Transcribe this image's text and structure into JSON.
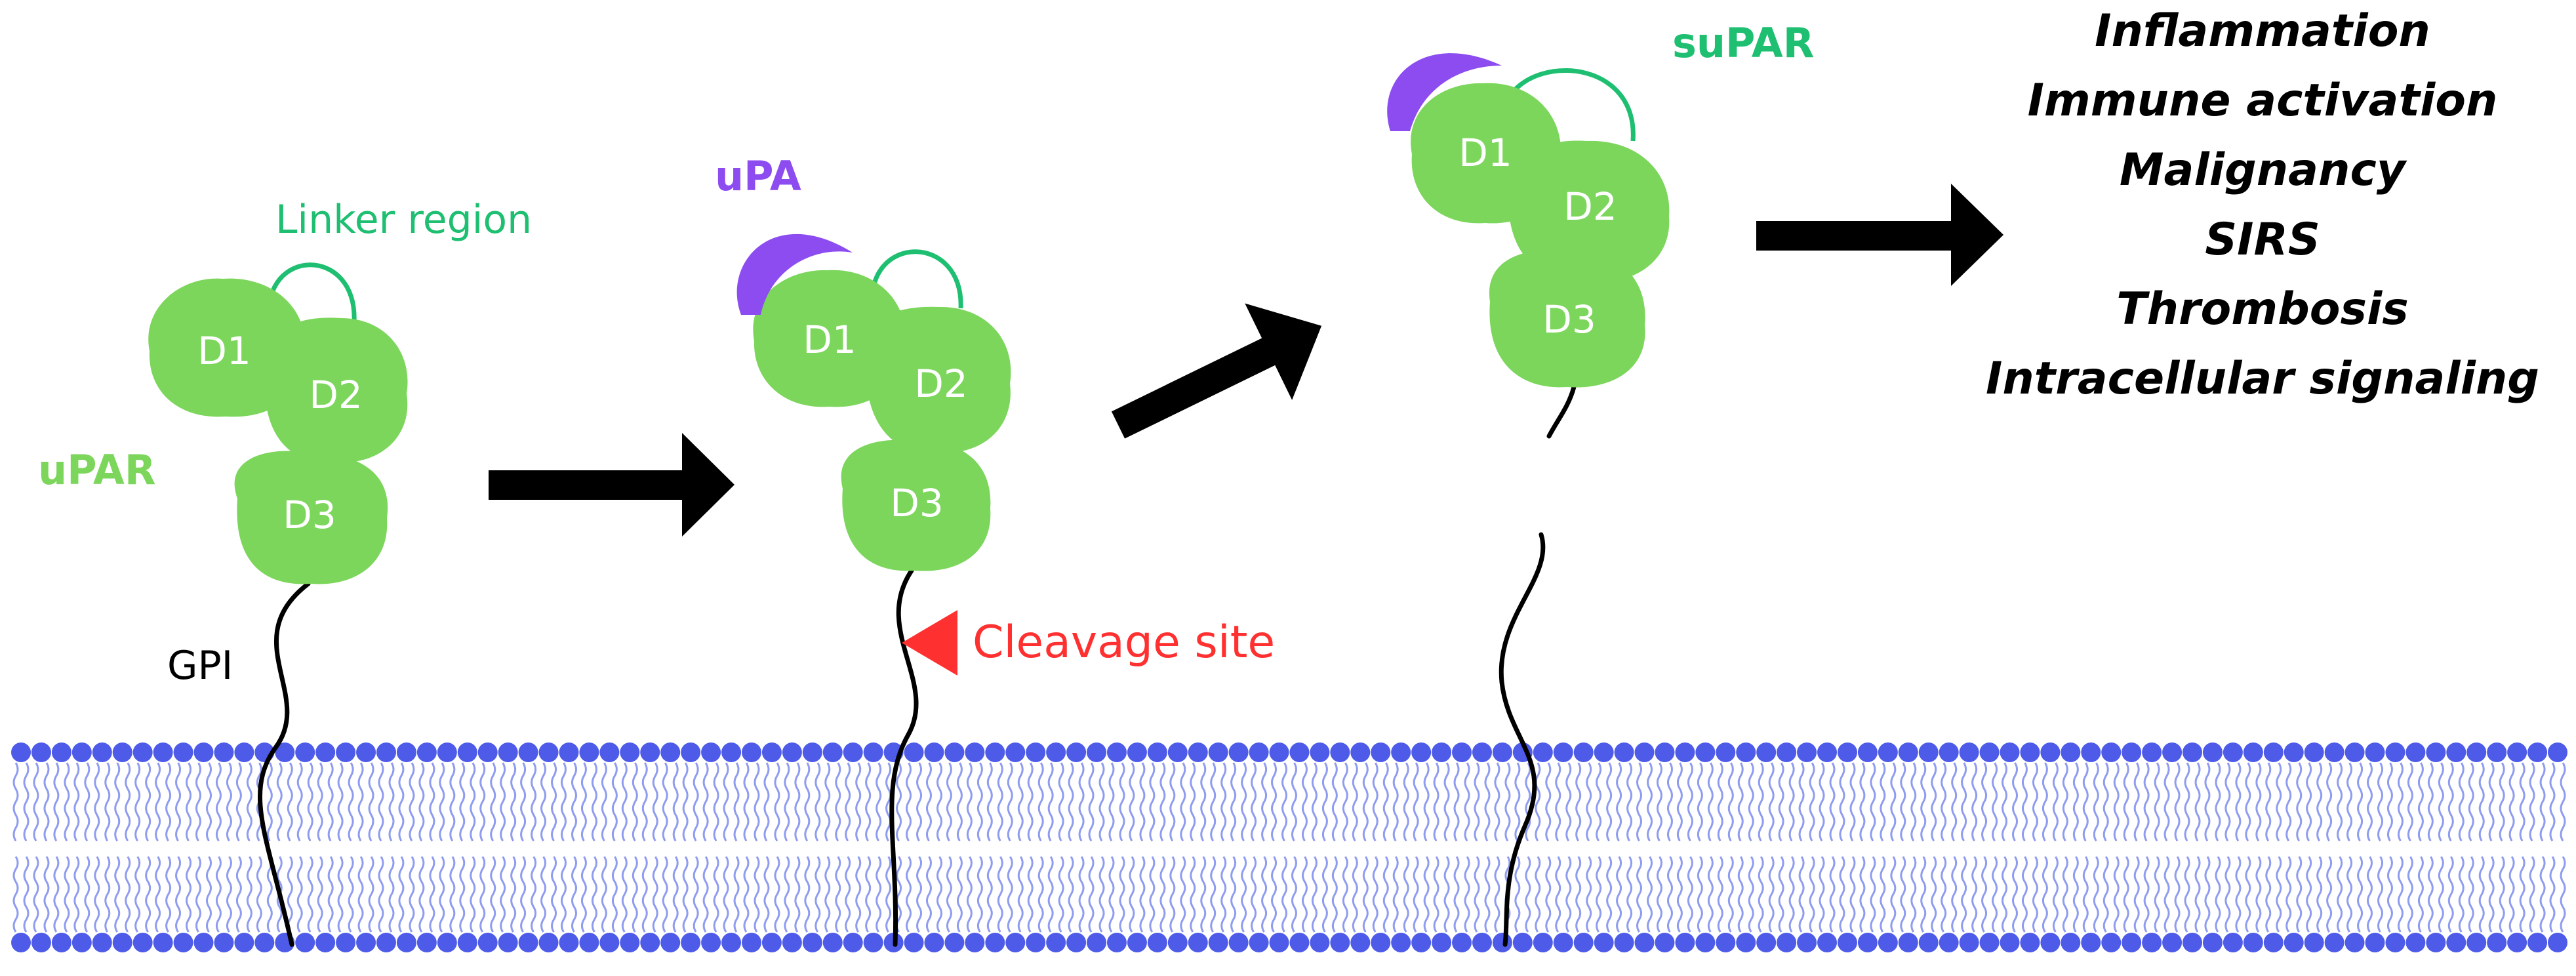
{
  "colors": {
    "domain_fill": "#7cd65c",
    "linker": "#1fbf72",
    "upa": "#8c4cf0",
    "cleavage": "#ff3030",
    "membrane_head": "#4d5be8",
    "membrane_tail": "#8f9cf0",
    "arrow": "#000000",
    "text": "#000000"
  },
  "labels": {
    "linker_region": "Linker region",
    "upar": "uPAR",
    "gpi": "GPI",
    "upa": "uPA",
    "cleavage_site": "Cleavage site",
    "supar": "suPAR"
  },
  "domains": {
    "d1": "D1",
    "d2": "D2",
    "d3": "D3"
  },
  "outcomes": [
    "Inflammation",
    "Immune activation",
    "Malignancy",
    "SIRS",
    "Thrombosis",
    "Intracellular signaling"
  ]
}
